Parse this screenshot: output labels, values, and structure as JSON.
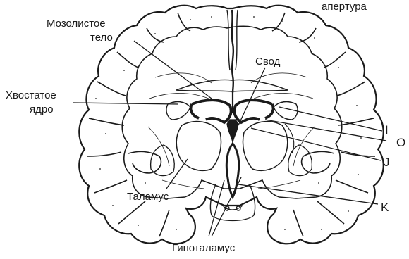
{
  "figure": {
    "labels": {
      "aperture": "апертура",
      "corpus_callosum_line1": "Мозолистое",
      "corpus_callosum_line2": "тело",
      "fornix": "Свод",
      "caudate_line1": "Хвостатое",
      "caudate_line2": "ядро",
      "thalamus": "Таламус",
      "hypothalamus": "Гипоталамус",
      "letter_i": "I",
      "letter_o": "O",
      "letter_j": "J",
      "letter_k": "K"
    },
    "colors": {
      "ink": "#1a1a1a",
      "background": "#ffffff",
      "cortex_fill": "#f4f4f4"
    }
  }
}
